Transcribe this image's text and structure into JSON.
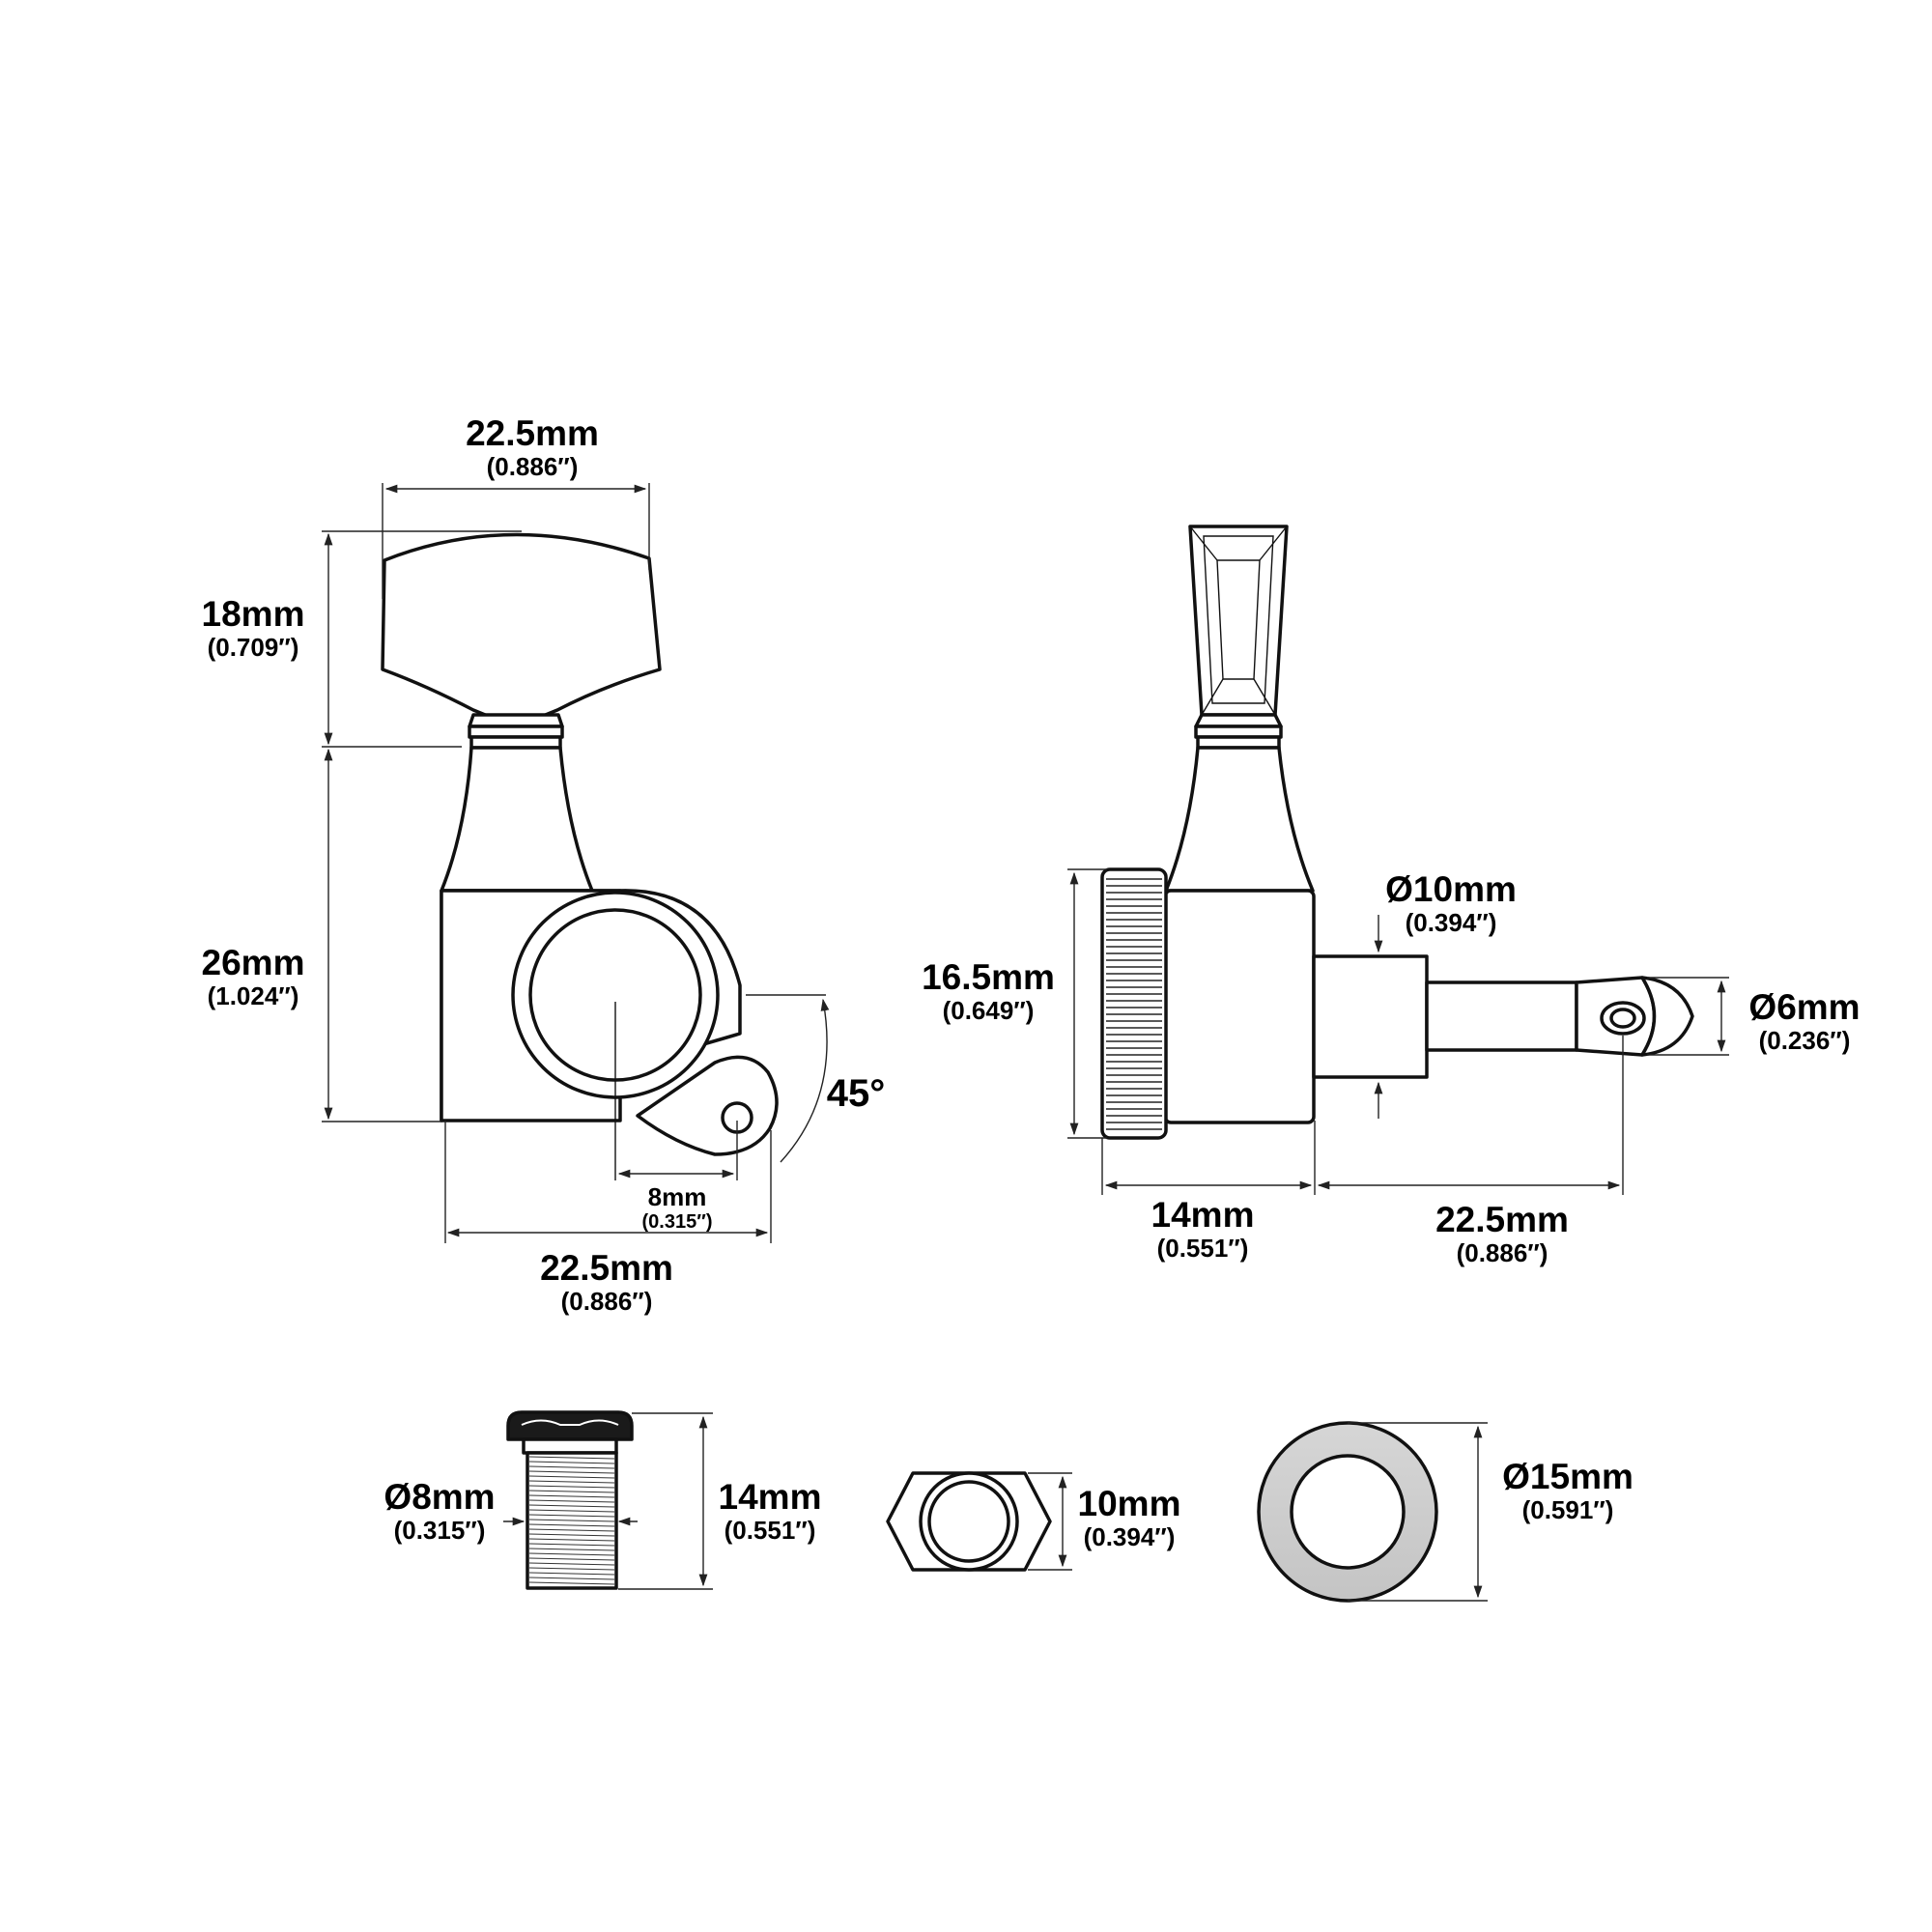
{
  "front_view": {
    "knob_width": {
      "mm": "22.5mm",
      "inch": "(0.886″)"
    },
    "knob_height": {
      "mm": "18mm",
      "inch": "(0.709″)"
    },
    "body_height": {
      "mm": "26mm",
      "inch": "(1.024″)"
    },
    "screw_offset": {
      "mm": "8mm",
      "inch": "(0.315″)"
    },
    "body_width": {
      "mm": "22.5mm",
      "inch": "(0.886″)"
    },
    "angle": "45°"
  },
  "side_view": {
    "housing_height": {
      "mm": "16.5mm",
      "inch": "(0.649″)"
    },
    "post_diameter": {
      "mm": "Ø10mm",
      "inch": "(0.394″)"
    },
    "string_post_diameter": {
      "mm": "Ø6mm",
      "inch": "(0.236″)"
    },
    "housing_depth": {
      "mm": "14mm",
      "inch": "(0.551″)"
    },
    "post_length": {
      "mm": "22.5mm",
      "inch": "(0.886″)"
    }
  },
  "bushing": {
    "diameter": {
      "mm": "Ø8mm",
      "inch": "(0.315″)"
    },
    "length": {
      "mm": "14mm",
      "inch": "(0.551″)"
    }
  },
  "hex_nut": {
    "size": {
      "mm": "10mm",
      "inch": "(0.394″)"
    }
  },
  "washer": {
    "diameter": {
      "mm": "Ø15mm",
      "inch": "(0.591″)"
    }
  }
}
